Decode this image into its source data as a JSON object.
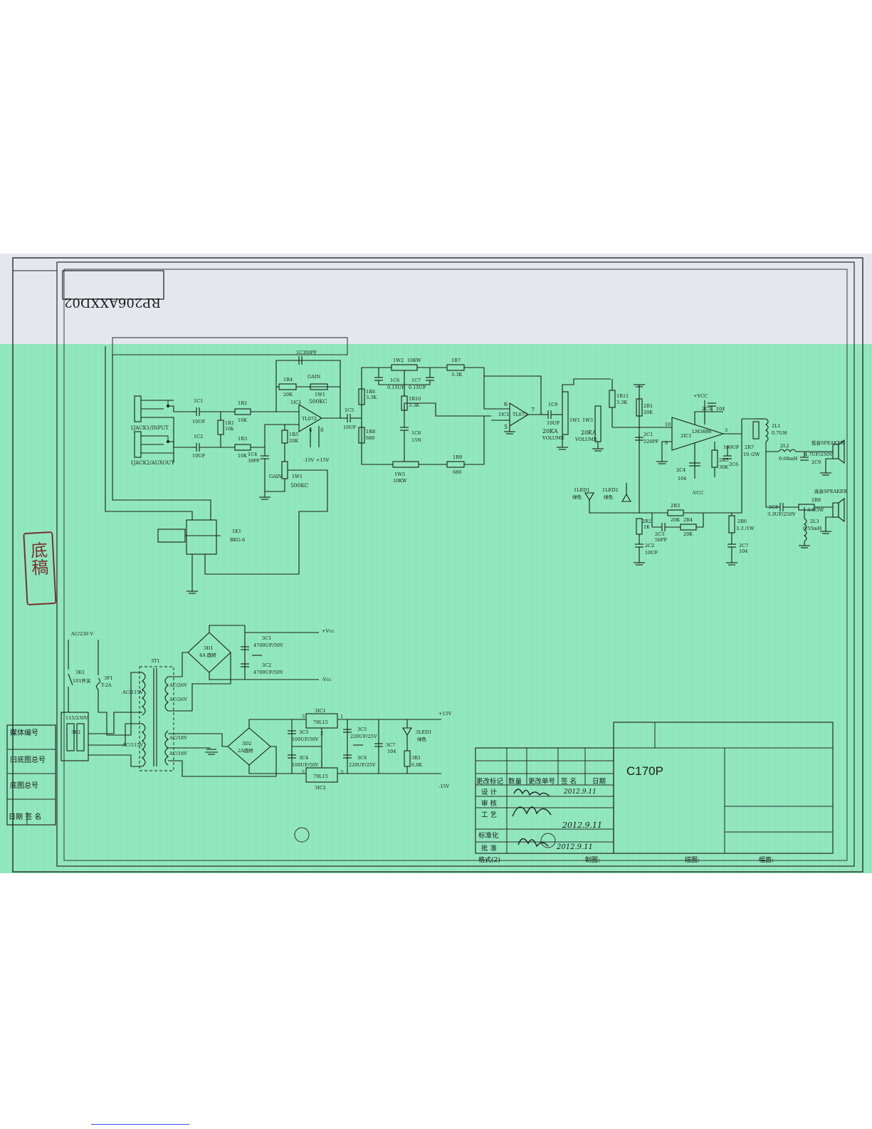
{
  "drawing": {
    "code_mirrored": "RP206AXXD02",
    "stamp": "底稿",
    "model": "C170P"
  },
  "side_table": {
    "rows": [
      "媒体编号",
      "旧底图总号",
      "底图总号",
      "日期 签 名"
    ]
  },
  "title_block": {
    "header": [
      "更改标记",
      "数量",
      "更改单号",
      "签  名",
      "日期"
    ],
    "roles": [
      "设  计",
      "审  核",
      "工  艺",
      "标准化",
      "批  准"
    ],
    "signatures": [
      "2012.9.11",
      "2012.9.11",
      "2012.9.11"
    ],
    "footer": {
      "format": "格式(2)",
      "drawn": "制图:",
      "traced": "描图:",
      "sheet": "幅面:"
    }
  },
  "labels": {
    "jack1": "1JACK1/INPUT",
    "jack2": "1JACK2/AUXOUT",
    "c1": "1C1",
    "c1v": "10UF",
    "c2": "1C2",
    "c2v": "10UF",
    "r1": "1R1",
    "r1v": "10k",
    "r2": "1R2",
    "r2v": "10K",
    "r3": "1R3",
    "r3v": "10K",
    "r4": "1R4",
    "r4v": "20K",
    "r5": "1R5",
    "r5v": "20K",
    "c3": "1C3",
    "c3v": "39PF",
    "c4": "1C4",
    "c4v": "39PF",
    "gain": "GAIN",
    "w1": "1W1",
    "w1v": "500KC",
    "ic1": "1IC1",
    "ic1v": "TL072",
    "pin8": "8",
    "pin4": "4",
    "m15": "-15V",
    "p15": "+15V",
    "c5": "1C5",
    "c5v": "10UF",
    "w2": "1W2",
    "w2v": "10KW",
    "c6": "1C6",
    "c6v": "0.15UF",
    "c7": "1C7",
    "c7v": "0.15UF",
    "r7": "1R7",
    "r7v": "3.3K",
    "r6": "1R6",
    "r6v": "3.3K",
    "r10": "1R10",
    "r10v": "3.3K",
    "r8": "1R8",
    "r8v": "680",
    "c8": "1C8",
    "c8v": "15N",
    "w3a": "1W3",
    "w3av": "10KW",
    "r9": "1R9",
    "r9v": "680",
    "ic1b": "1IC1",
    "ic1bv": "TL072",
    "pin6": "6",
    "pin5": "5",
    "pin7": "7",
    "c9": "1C9",
    "c9v": "10UF",
    "w1b": "1W1",
    "w3b": "1W3",
    "vol1": "20KA",
    "vol1b": "VOLUME",
    "vol2": "20KA",
    "vol2b": "VOLUME",
    "r11": "1R11",
    "r11v": "3.3K",
    "k1": "1K1",
    "k1v": "BKG-6",
    "vcc": "+VCC",
    "c5b": "2C5",
    "c5bv": "104",
    "r1b": "2R1",
    "r1bv": "20K",
    "c1b": "2C1",
    "c1bv": "220PF",
    "ic2": "2IC1",
    "ic2v": "LM3886",
    "p10": "10",
    "p3": "3",
    "p9": "9",
    "c6b": "2C6",
    "c6bv": "100UF",
    "r5b": "2R5",
    "r5bv": "30K",
    "c4b": "2C4",
    "c4bv": "104",
    "mvcc": "-VCC",
    "r7b": "2R7",
    "r7bv": "10 /2W",
    "l1": "2L1",
    "l1v": "0.7UH",
    "l2": "2L2",
    "l2v": "0.68mH",
    "c9b": "4.7UF/250V",
    "c9bb": "2C9",
    "bass": "低音SPEAKER",
    "led1": "1LED1",
    "led1c": "绿色",
    "led2": "1LED2",
    "led2c": "绿色",
    "r3b": "2R3",
    "r3bv": "20K",
    "r4b": "2R4",
    "r4bv": "20K",
    "r2b": "2R2",
    "r2bv": "1K",
    "c3b": "2C3",
    "c3bv": "56PF",
    "c2b": "2C2",
    "c2bv": "10UF",
    "r6b": "2R6",
    "r6bv": "3.3 /1W",
    "c7b": "2C7",
    "c7bv": "104",
    "c8b": "2C8",
    "c8bv": "3.3UF/250V",
    "r8b": "2R8",
    "r8bv": "3.9/3W",
    "l3": "2L3",
    "l3v": "0.55mH",
    "treble": "高音SPEAKER",
    "ac230": "AC/230 V",
    "k1p": "3K1",
    "k1pv": "101开关",
    "f1": "3F1",
    "f1v": "T-2A",
    "t1": "3T1",
    "ac115a": "AC/115V",
    "ac115b": "AC/115V",
    "ac26a": "AC/26V",
    "ac26b": "AC/26V",
    "ac18a": "AC/18V",
    "ac18b": "AC/18V",
    "sel": "115/230V",
    "sel2": "3K2",
    "d1": "3D1",
    "d1v": "4A 圆桥",
    "d2": "3D2",
    "d2v": "2A圆桥",
    "pc1": "3C1",
    "pc1v": "4700UF/50V",
    "pc2": "3C2",
    "pc2v": "4700UF/50V",
    "pvcc": "+Vcc",
    "nvcc": "-Vcc",
    "reg1": "3IC1",
    "reg1v": "78L15",
    "reg2": "3IC2",
    "reg2v": "79L15",
    "pc3": "3C3",
    "pc3v": "100UF/50V",
    "pc4": "3C4",
    "pc4v": "100UF/50V",
    "pc5": "3C5",
    "pc5v": "220UF/25V",
    "pc6": "3C6",
    "pc6v": "220UF/25V",
    "pc7": "3C7",
    "pc7v": "104",
    "pr1": "3R1",
    "pr1v": "6.8K",
    "led3": "3LED1",
    "led3c": "绿色",
    "p15b": "+15V",
    "m15b": "-15V",
    "n1": "1",
    "n2": "2",
    "n3": "3",
    "n1b": "1",
    "n2b": "2",
    "n3b": "3"
  },
  "colors": {
    "paper": "#e7e8ef",
    "green": "#8fe7bf",
    "ink": "#1d1d1d"
  }
}
